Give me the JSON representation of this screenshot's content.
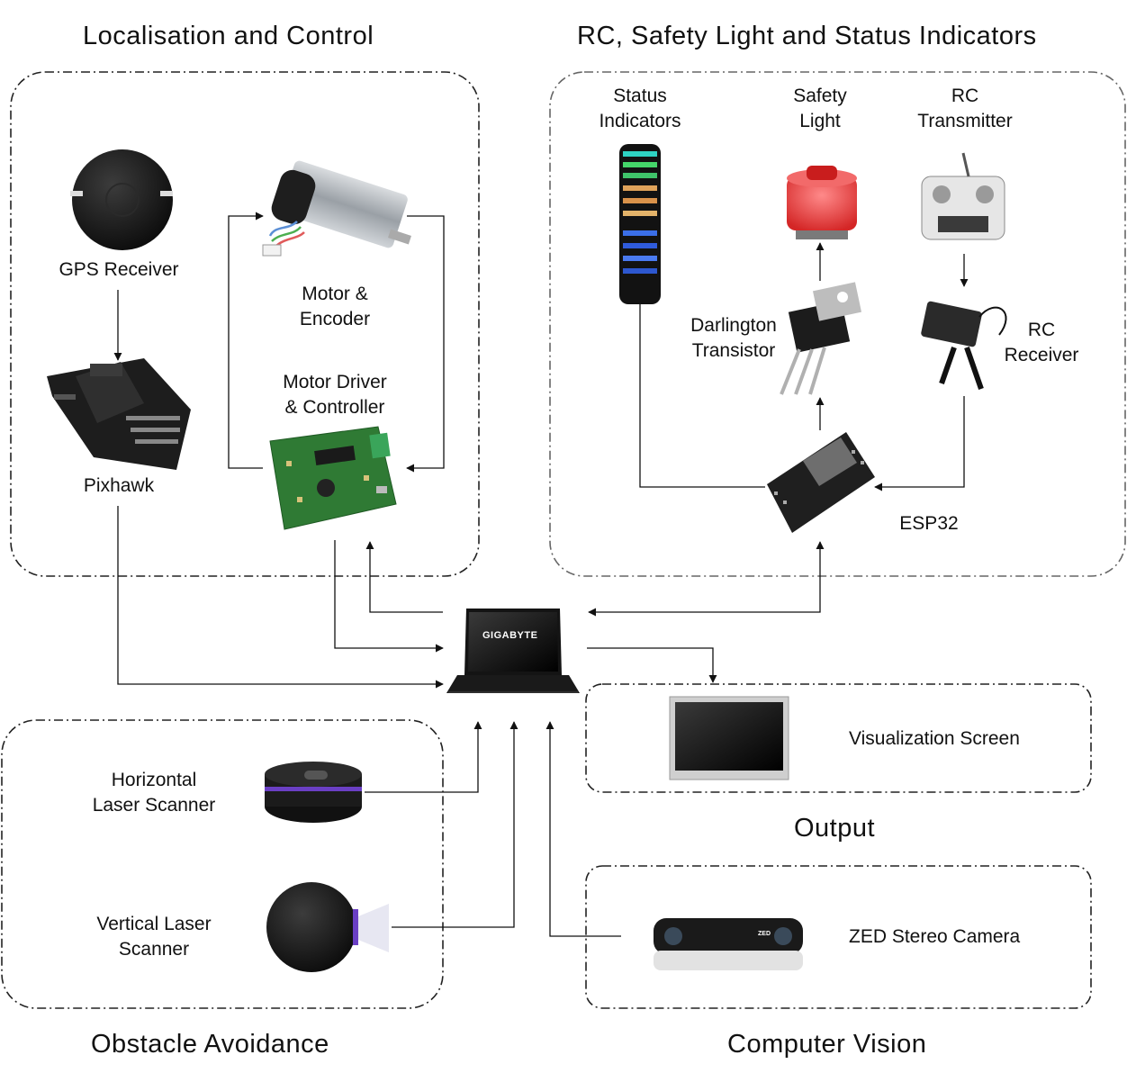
{
  "groups": {
    "localisation": {
      "title": "Localisation and Control"
    },
    "rc": {
      "title": "RC, Safety Light and Status Indicators"
    },
    "obstacle": {
      "title": "Obstacle Avoidance"
    },
    "output": {
      "title": "Output"
    },
    "vision": {
      "title": "Computer Vision"
    }
  },
  "components": {
    "gps": "GPS Receiver",
    "pixhawk": "Pixhawk",
    "motor": "Motor &\nEncoder",
    "motor_driver": "Motor Driver\n& Controller",
    "status_indicators": "Status\nIndicators",
    "safety_light": "Safety\nLight",
    "rc_transmitter": "RC\nTransmitter",
    "darlington": "Darlington\nTransistor",
    "rc_receiver": "RC\nReceiver",
    "esp32": "ESP32",
    "horizontal_laser": "Horizontal\nLaser Scanner",
    "vertical_laser": "Vertical Laser\nScanner",
    "visualization_screen": "Visualization Screen",
    "zed_camera": "ZED Stereo Camera"
  },
  "image_text": {
    "laptop_brand": "GIGABYTE",
    "camera_brand": "ZED"
  },
  "colors": {
    "box_border": "#222222",
    "box_border_rc": "#666666",
    "arrow": "#111111",
    "pcb_green": "#2f7a34",
    "safety_red": "#e23a3a",
    "laser_purple": "#6a3fc4"
  }
}
